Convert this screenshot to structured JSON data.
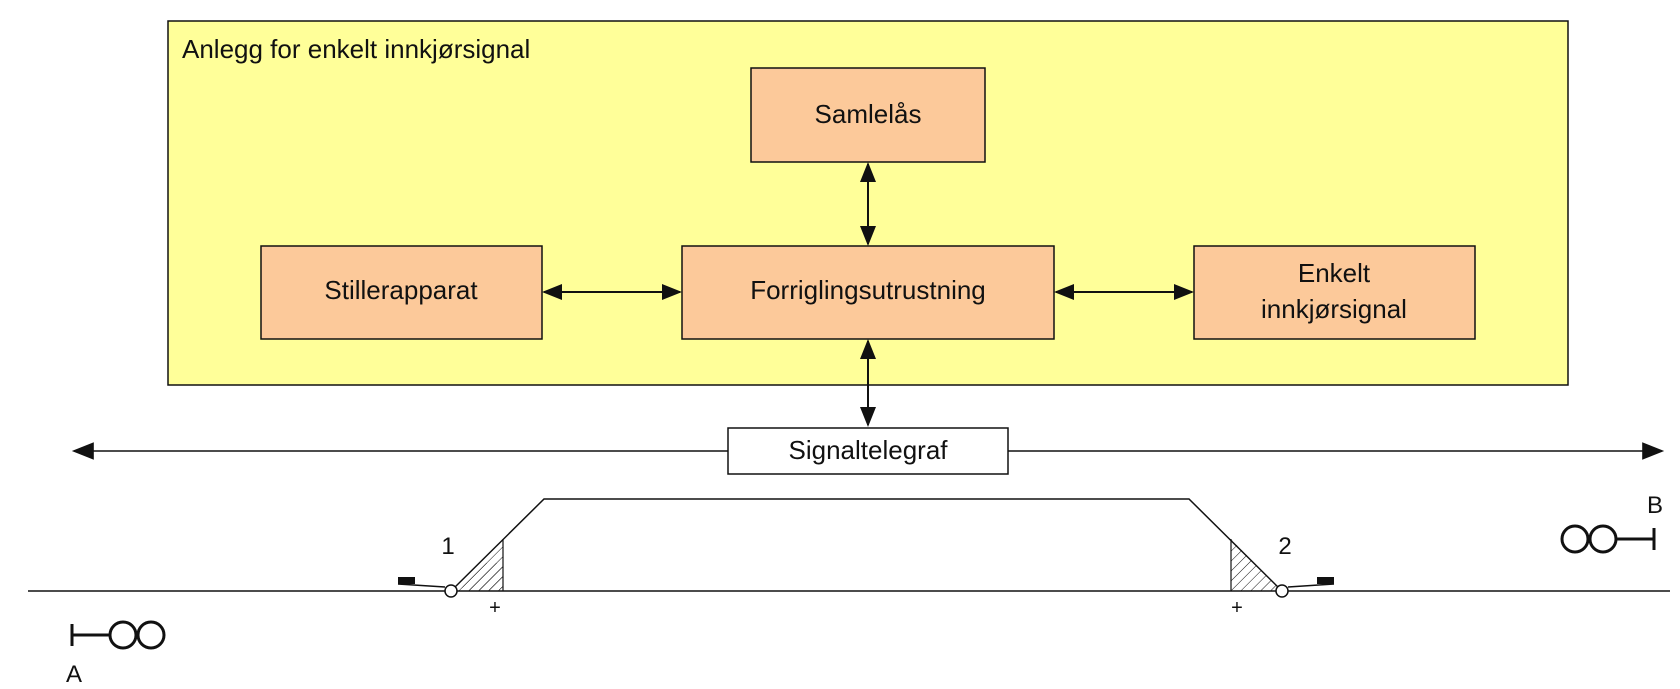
{
  "system": {
    "title": "Anlegg for enkelt innkjørsignal",
    "boxes": {
      "samlelas": "Samlelås",
      "stillerapparat": "Stillerapparat",
      "forrigling": "Forriglingsutrustning",
      "innkjor_line1": "Enkelt",
      "innkjor_line2": "innkjørsignal"
    }
  },
  "telegraph": {
    "label": "Signaltelegraf"
  },
  "track": {
    "switch_1": "1",
    "switch_2": "2",
    "plus_1": "+",
    "plus_2": "+",
    "station_a": "A",
    "station_b": "B"
  },
  "colors": {
    "system_fill": "#ffff99",
    "box_fill": "#fcc99a",
    "line": "#111111"
  }
}
